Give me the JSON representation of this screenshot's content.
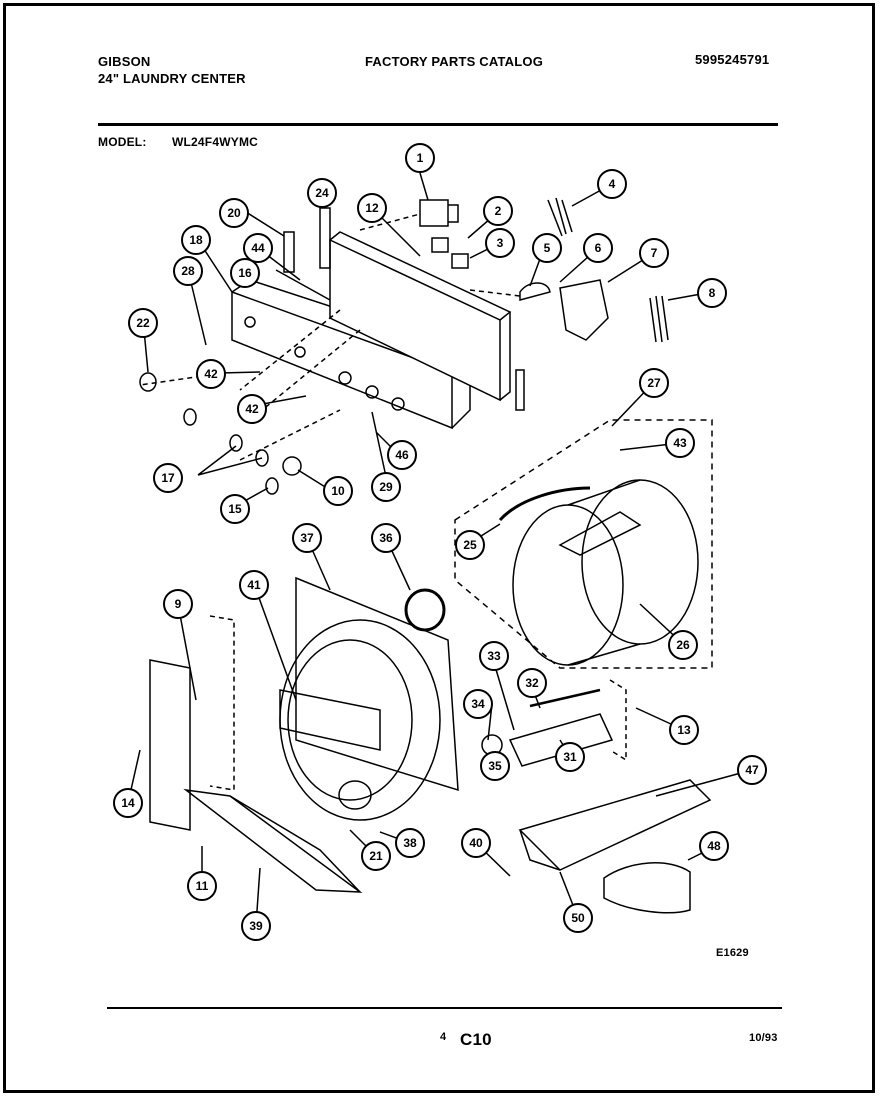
{
  "header": {
    "brand": "GIBSON",
    "product": "24\" LAUNDRY CENTER",
    "catalog_title": "FACTORY PARTS CATALOG",
    "catalog_number": "5995245791",
    "model_label": "MODEL:",
    "model_number": "WL24F4WYMC"
  },
  "diagram": {
    "part_callouts": [
      "1",
      "2",
      "3",
      "4",
      "5",
      "6",
      "7",
      "8",
      "9",
      "10",
      "11",
      "12",
      "13",
      "14",
      "15",
      "16",
      "17",
      "18",
      "20",
      "21",
      "22",
      "24",
      "25",
      "26",
      "27",
      "28",
      "29",
      "31",
      "32",
      "33",
      "34",
      "35",
      "36",
      "37",
      "38",
      "39",
      "40",
      "41",
      "42",
      "42",
      "43",
      "44",
      "46",
      "47",
      "48",
      "50"
    ],
    "figure_code": "E1629"
  },
  "footer": {
    "page_number": "4",
    "section_code": "C10",
    "date": "10/93"
  }
}
